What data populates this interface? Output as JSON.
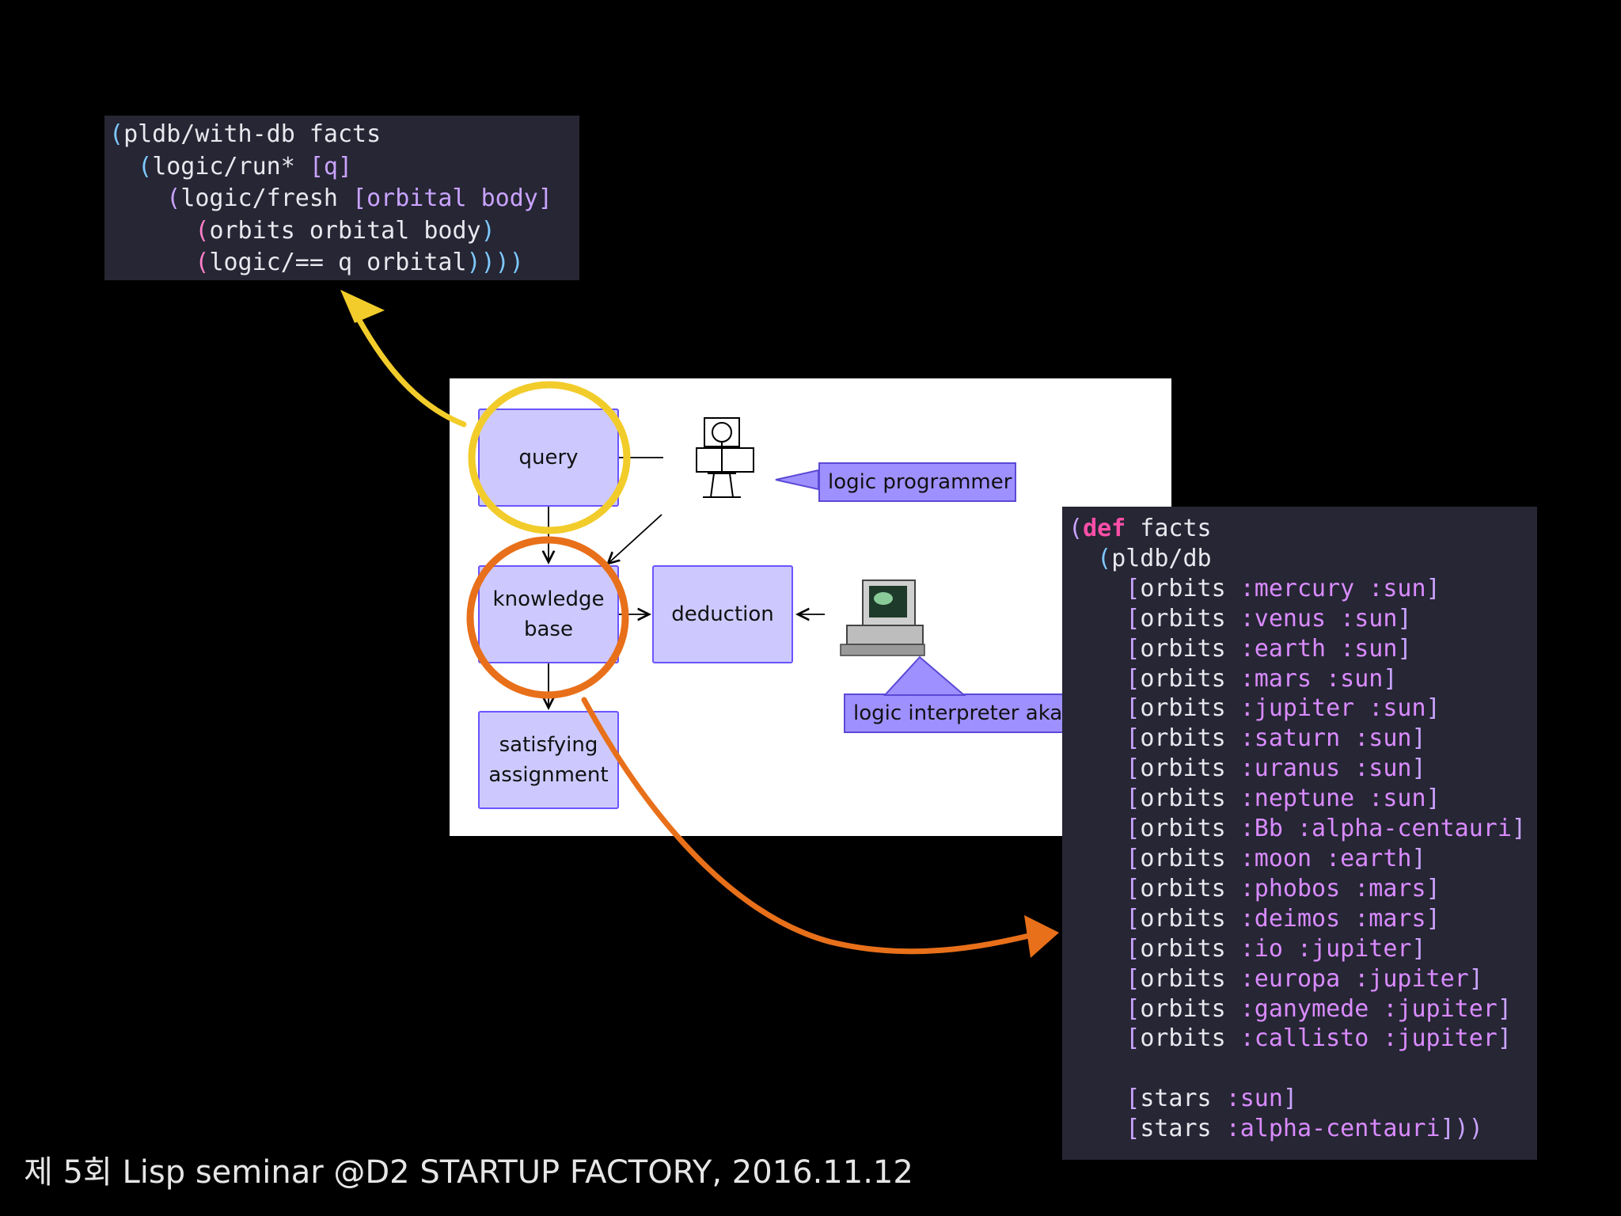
{
  "query_code": {
    "lines": [
      {
        "pre": "",
        "open": "(",
        "text": "pldb/with-db facts",
        "close": ""
      },
      {
        "pre": "  ",
        "open": "(",
        "text": "logic/run* ",
        "bracket": "[q]",
        "close": ""
      },
      {
        "pre": "    ",
        "open": "(",
        "text": "logic/fresh ",
        "bracket": "[orbital body]",
        "close": ""
      },
      {
        "pre": "      ",
        "open": "(",
        "text": "orbits orbital body",
        "close": ")"
      },
      {
        "pre": "      ",
        "open": "(",
        "text": "logic/== q orbital",
        "close": "))))"
      }
    ]
  },
  "facts_code": {
    "header": [
      {
        "pre": "",
        "open": "(",
        "kw": "def",
        "text": " facts"
      },
      {
        "pre": "  ",
        "open": "(",
        "kw": "",
        "text": "pldb/db"
      }
    ],
    "entries": [
      {
        "rel": "orbits",
        "args": ":mercury :sun"
      },
      {
        "rel": "orbits",
        "args": ":venus :sun"
      },
      {
        "rel": "orbits",
        "args": ":earth :sun"
      },
      {
        "rel": "orbits",
        "args": ":mars :sun"
      },
      {
        "rel": "orbits",
        "args": ":jupiter :sun"
      },
      {
        "rel": "orbits",
        "args": ":saturn :sun"
      },
      {
        "rel": "orbits",
        "args": ":uranus :sun"
      },
      {
        "rel": "orbits",
        "args": ":neptune :sun"
      },
      {
        "rel": "orbits",
        "args": ":Bb :alpha-centauri"
      },
      {
        "rel": "orbits",
        "args": ":moon :earth"
      },
      {
        "rel": "orbits",
        "args": ":phobos :mars"
      },
      {
        "rel": "orbits",
        "args": ":deimos :mars"
      },
      {
        "rel": "orbits",
        "args": ":io :jupiter"
      },
      {
        "rel": "orbits",
        "args": ":europa :jupiter"
      },
      {
        "rel": "orbits",
        "args": ":ganymede :jupiter"
      },
      {
        "rel": "orbits",
        "args": ":callisto :jupiter"
      }
    ],
    "stars": [
      {
        "rel": "stars",
        "args": ":sun",
        "close": "]"
      },
      {
        "rel": "stars",
        "args": ":alpha-centauri",
        "close": "]))"
      }
    ]
  },
  "diagram": {
    "query": "query",
    "knowledge_base": [
      "knowledge",
      "base"
    ],
    "deduction": "deduction",
    "satisfying_assignment": [
      "satisfying",
      "assignment"
    ],
    "logic_programmer": "logic programmer",
    "logic_interpreter": "logic interpreter aka"
  },
  "footer": "제 5회 Lisp seminar @D2 STARTUP FACTORY, 2016.11.12",
  "colors": {
    "yellow_highlight": "#f2cc2a",
    "orange_highlight": "#e8701a",
    "node_fill": "#cdc9ff",
    "callout_fill": "#9f90ff"
  }
}
